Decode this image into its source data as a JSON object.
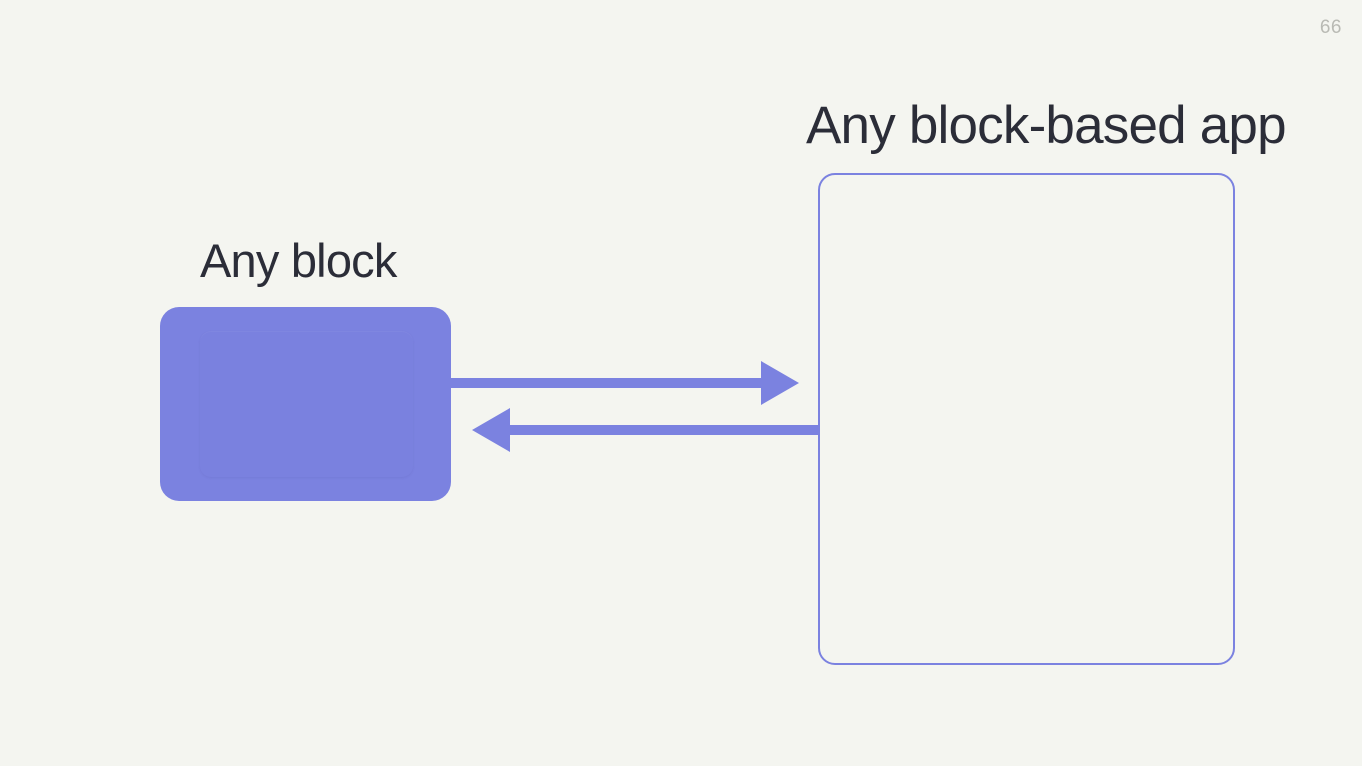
{
  "slide": {
    "page_number": "66",
    "background_color": "#f4f5f0",
    "accent_color": "#7b82e0",
    "text_color": "#2b2d38",
    "page_number_color": "#b9bab4"
  },
  "diagram": {
    "left_node": {
      "label": "Any block",
      "shape": "filled-rounded-rectangle",
      "fill_color": "#7b82e0"
    },
    "right_node": {
      "label": "Any block-based app",
      "shape": "outlined-rounded-rectangle",
      "border_color": "#7b82e0",
      "fill_color": "transparent"
    },
    "connectors": [
      {
        "name": "block-to-app",
        "direction": "right",
        "from": "Any block",
        "to": "Any block-based app",
        "color": "#7b82e0"
      },
      {
        "name": "app-to-block",
        "direction": "left",
        "from": "Any block-based app",
        "to": "Any block",
        "color": "#7b82e0"
      }
    ]
  }
}
